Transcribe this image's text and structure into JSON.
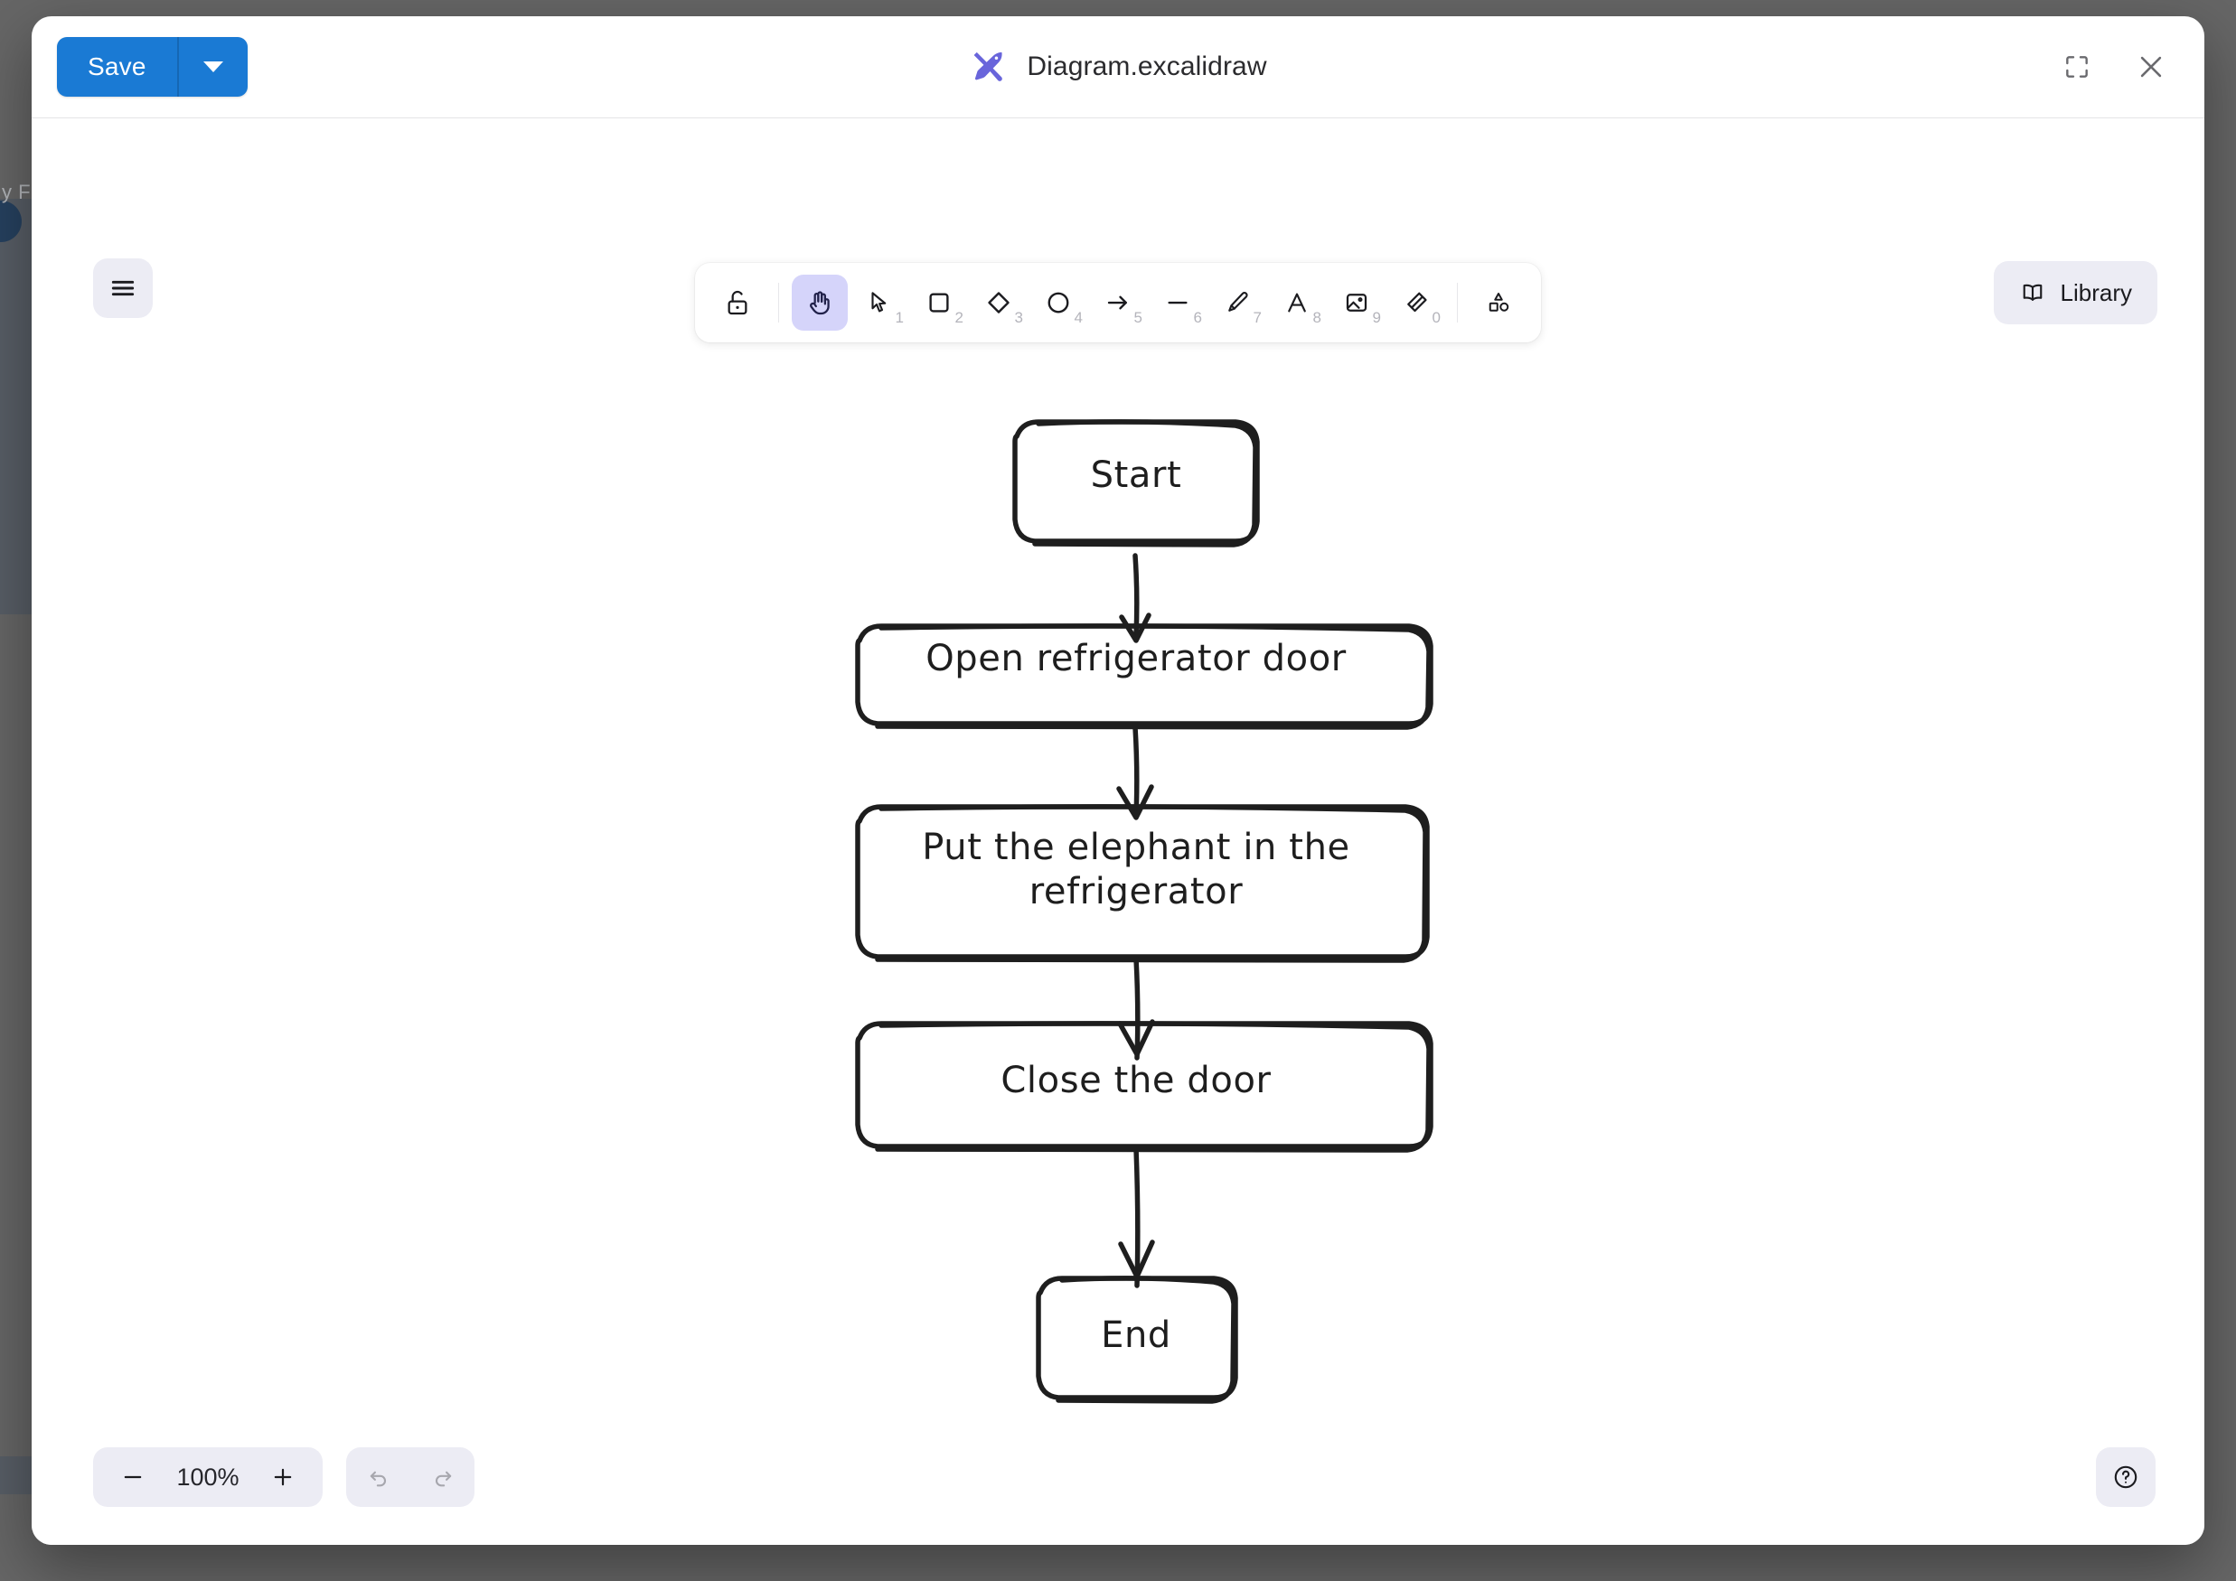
{
  "background_app": {
    "partial_label": "y F"
  },
  "window": {
    "title": "Diagram.excalidraw",
    "logo_icon": "excalidraw-logo-icon",
    "save_label": "Save",
    "save_caret_icon": "chevron-down-icon",
    "fullscreen_icon": "fullscreen-icon",
    "close_icon": "close-icon"
  },
  "canvas": {
    "menu_icon": "hamburger-menu-icon",
    "library_label": "Library",
    "library_icon": "book-icon",
    "help_icon": "question-mark-icon"
  },
  "toolbar": {
    "tools": [
      {
        "name": "lock-icon",
        "label": "Keep selected tool active after drawing",
        "shortcut": ""
      },
      {
        "name": "hand-icon",
        "label": "Hand (panning tool)",
        "shortcut": ""
      },
      {
        "name": "cursor-icon",
        "label": "Selection",
        "shortcut": "1"
      },
      {
        "name": "rectangle-icon",
        "label": "Rectangle",
        "shortcut": "2"
      },
      {
        "name": "diamond-icon",
        "label": "Diamond",
        "shortcut": "3"
      },
      {
        "name": "ellipse-icon",
        "label": "Ellipse",
        "shortcut": "4"
      },
      {
        "name": "arrow-icon",
        "label": "Arrow",
        "shortcut": "5"
      },
      {
        "name": "line-icon",
        "label": "Line",
        "shortcut": "6"
      },
      {
        "name": "pencil-icon",
        "label": "Draw",
        "shortcut": "7"
      },
      {
        "name": "text-icon",
        "label": "Text",
        "shortcut": "8"
      },
      {
        "name": "image-icon",
        "label": "Insert image",
        "shortcut": "9"
      },
      {
        "name": "eraser-icon",
        "label": "Eraser",
        "shortcut": "0"
      },
      {
        "name": "shapes-icon",
        "label": "More tools",
        "shortcut": ""
      }
    ],
    "active_tool": "hand-icon"
  },
  "footer": {
    "zoom_out_icon": "minus-icon",
    "zoom_level": "100%",
    "zoom_in_icon": "plus-icon",
    "undo_icon": "undo-icon",
    "redo_icon": "redo-icon"
  },
  "diagram": {
    "type": "flowchart",
    "stroke_color": "#1e1e1e",
    "background_color": "#ffffff",
    "nodes": [
      {
        "id": "start",
        "label": "Start",
        "shape": "rounded-rectangle"
      },
      {
        "id": "open",
        "label": "Open refrigerator door",
        "shape": "rounded-rectangle"
      },
      {
        "id": "put",
        "label": "Put the elephant in the",
        "label2": "refrigerator",
        "shape": "rounded-rectangle"
      },
      {
        "id": "close",
        "label": "Close the door",
        "shape": "rounded-rectangle"
      },
      {
        "id": "end",
        "label": "End",
        "shape": "rounded-rectangle"
      }
    ],
    "edges": [
      {
        "from": "start",
        "to": "open"
      },
      {
        "from": "open",
        "to": "put"
      },
      {
        "from": "put",
        "to": "close"
      },
      {
        "from": "close",
        "to": "end"
      }
    ]
  }
}
